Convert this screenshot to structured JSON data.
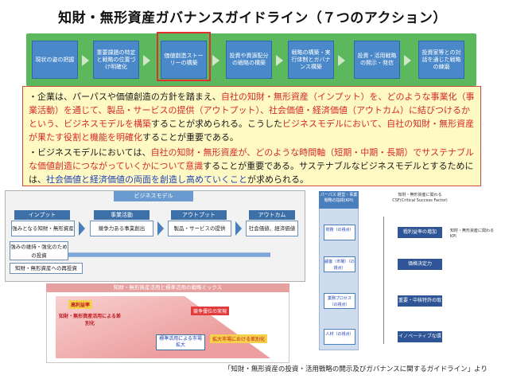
{
  "title": "知財・無形資産ガバナンスガイドライン（７つのアクション）",
  "steps": [
    "現状の姿の把握",
    "重要課題の特定と戦略の位置づけ明確化",
    "価値創造ストーリーの構築",
    "投資や資源配分の戦略の構築",
    "戦略の構築・実行体制とガバナンス構築",
    "投資・活用戦略の開示・発信",
    "投資家等との対話を通じた戦略の練磨"
  ],
  "text": {
    "p1_a": "・企業は、パーパスや価値創造の方針を踏まえ、",
    "p1_b": "自社の知財・無形資産（インプット）を、どのような事業化（事業活動）を通じて、製品・サービスの提供（アウトプット）、社会価値・経済価値（アウトカム）に結びつけるかという、ビジネスモデルを構築",
    "p1_c": "することが求められる。こうした",
    "p1_d": "ビジネスモデルにおいて、自社の知財・無形資産が果たす役割と機能を明確化",
    "p1_e": "することが重要である。",
    "p2_a": "・ビジネスモデルにおいては、",
    "p2_b": "自社の知財・無形資産が、どのような時間軸（短期・中期・長期）でサステナブルな価値創造につながっていくかについて意識",
    "p2_c": "することが重要である。サステナブルなビジネスモデルとするためには、",
    "p2_d": "社会価値と経済価値の両面を創造し高めていくこと",
    "p2_e": "が求められる。"
  },
  "bm": {
    "title": "ビジネスモデル",
    "heads": [
      "インプット",
      "事業活動",
      "アウトプット",
      "アウトカム"
    ],
    "boxes": [
      "強みとなる知財・無形資産",
      "競争力ある事業創出",
      "製品・サービスの提供",
      "社会価値、経済価値"
    ],
    "left_box": "強みの維持・強化のための投資",
    "left_box2": "知財・無形資産への再投資"
  },
  "mix": {
    "title": "知財・無形資産活用と標準活用の戦略ミックス",
    "tag1": "高利益率",
    "lbl1": "知財・無形資産活用による差別化",
    "tag2": "競争優位の実現",
    "tag3": "標準活用による市場拡大",
    "tag4": "拡大市場における差別化"
  },
  "right": {
    "col_title": "パーパス 経営・事業戦略の指標(KPI)",
    "rows": [
      "財務（の視点）",
      "顧客（市場）（の視点）",
      "業務プロセス（の視点）",
      "人材（の視点）"
    ],
    "csf_title": "知財・無形資産に関わる CSF(Critical Success Factor)",
    "kpis": [
      "粗利益率の増加",
      "価格決定力",
      "重要・中核特許の取得",
      "イノベーティブな環境"
    ],
    "kpi_note": "知財・無形資産に関わる KPI"
  },
  "footer": "「知財・無形資産の投資・活用戦略の開示及びガバナンスに関するガイドライン」より",
  "colors": {
    "step_bg": "#4a88c9",
    "band": "#5cb85c",
    "highlight": "#e03030",
    "textbox_bg": "#fff9c4"
  }
}
